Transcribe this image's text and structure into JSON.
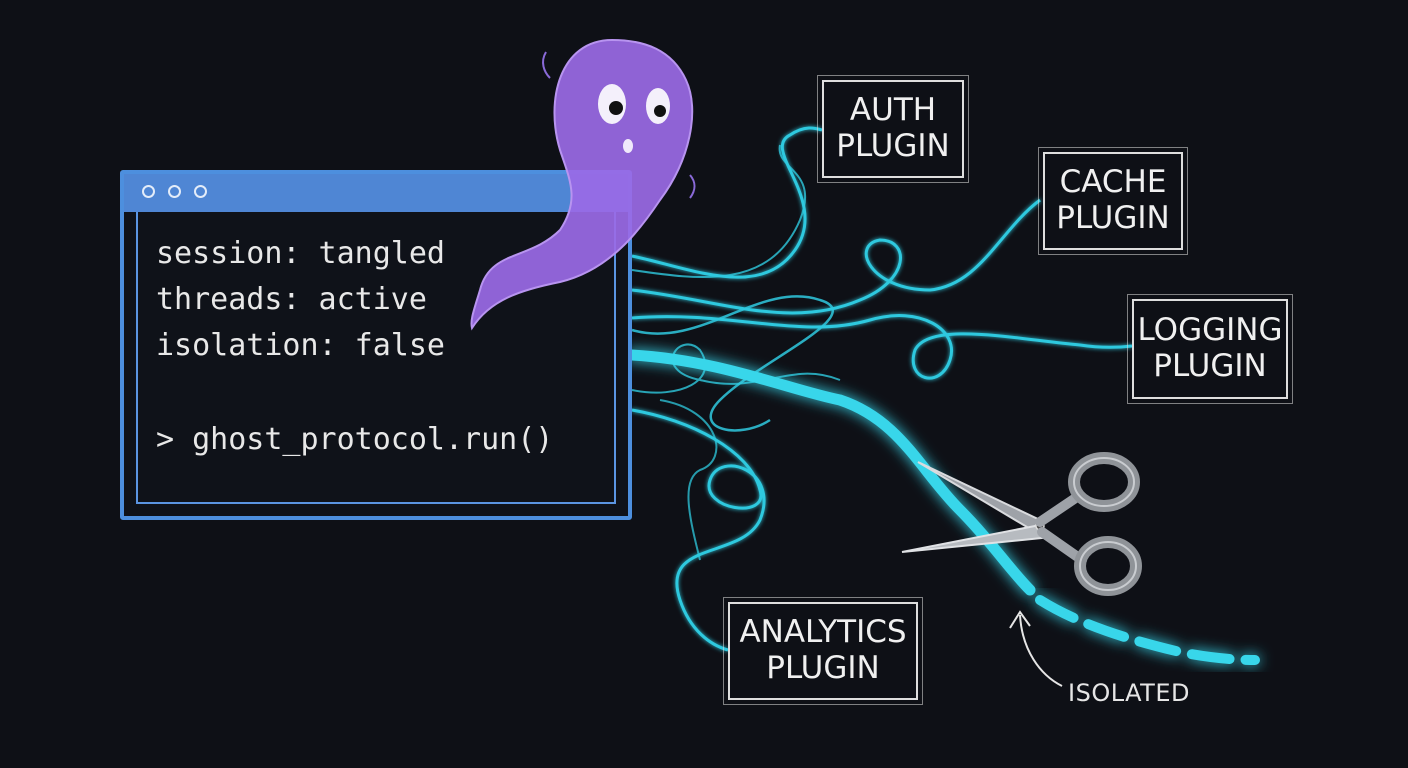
{
  "terminal": {
    "lines": [
      "session: tangled",
      "threads: active",
      "isolation: false",
      "> ghost_protocol.run()"
    ]
  },
  "plugins": [
    {
      "line1": "AUTH",
      "line2": "PLUGIN"
    },
    {
      "line1": "CACHE",
      "line2": "PLUGIN"
    },
    {
      "line1": "LOGGING",
      "line2": "PLUGIN"
    },
    {
      "line1": "ANALYTICS",
      "line2": "PLUGIN"
    }
  ],
  "annotation": {
    "isolated": "ISOLATED"
  },
  "icons": [
    "ghost-icon",
    "scissors-icon"
  ],
  "colors": {
    "background": "#0e1016",
    "terminal_frame": "#4d8fde",
    "ghost": "#9a6ae6",
    "thread": "#2fc9df",
    "label": "#e6e6e6"
  }
}
